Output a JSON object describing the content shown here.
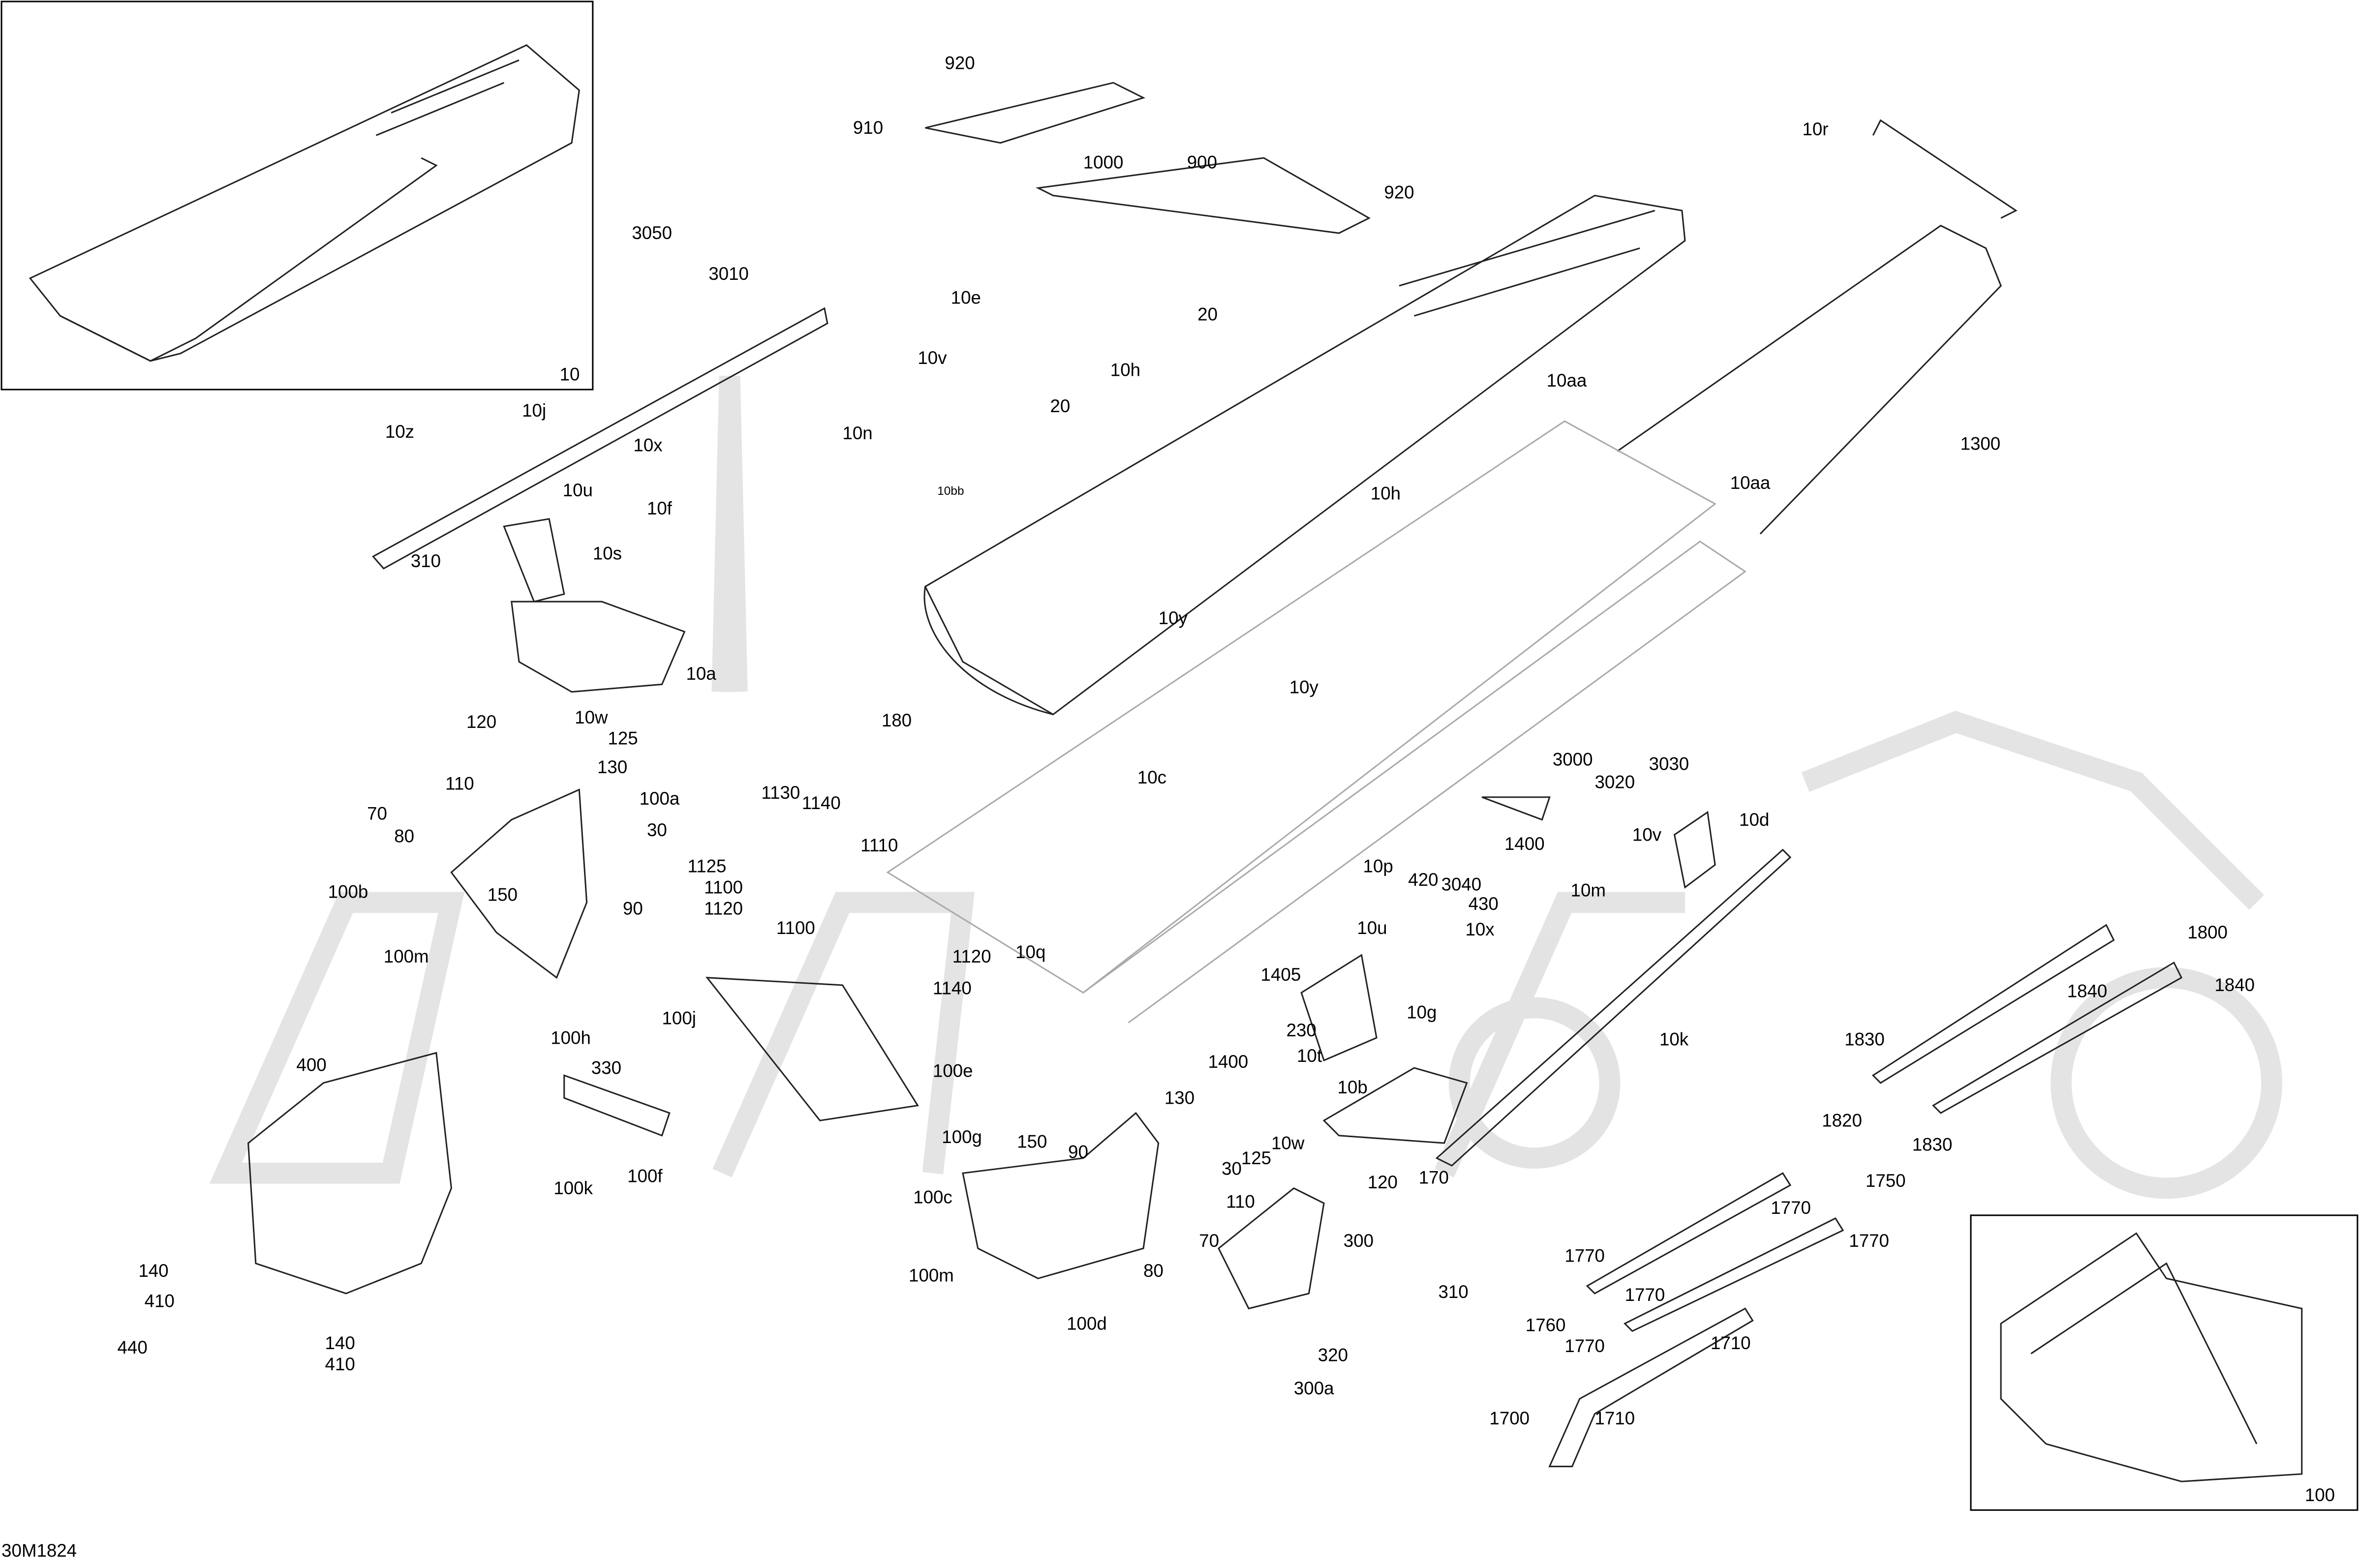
{
  "diagram": {
    "code": "30M1824",
    "insets": [
      "10",
      "100"
    ],
    "callouts": [
      "920",
      "910",
      "1000",
      "900",
      "920",
      "10r",
      "3050",
      "3010",
      "20",
      "10e",
      "10v",
      "10h",
      "20",
      "10n",
      "10aa",
      "1300",
      "10z",
      "10j",
      "10x",
      "10u",
      "10f",
      "10bb",
      "10h",
      "10aa",
      "310",
      "10s",
      "10y",
      "10a",
      "10y",
      "120",
      "10w",
      "125",
      "180",
      "130",
      "3000",
      "3020",
      "3030",
      "110",
      "100a",
      "10c",
      "1130",
      "1140",
      "70",
      "80",
      "30",
      "1110",
      "10d",
      "10v",
      "1400",
      "1125",
      "1100",
      "1120",
      "100b",
      "150",
      "90",
      "10p",
      "420",
      "3040",
      "430",
      "10m",
      "1100",
      "10u",
      "10x",
      "1800",
      "100m",
      "1120",
      "10q",
      "1405",
      "1140",
      "1840",
      "1840",
      "10g",
      "230",
      "100j",
      "10k",
      "1830",
      "10t",
      "400",
      "100h",
      "330",
      "100e",
      "1400",
      "10b",
      "130",
      "1820",
      "1830",
      "100g",
      "150",
      "90",
      "10w",
      "125",
      "30",
      "120",
      "170",
      "1750",
      "100k",
      "100f",
      "100c",
      "110",
      "1770",
      "1770",
      "300",
      "70",
      "1770",
      "140",
      "80",
      "100m",
      "310",
      "1770",
      "410",
      "100d",
      "1760",
      "1770",
      "440",
      "140",
      "1710",
      "320",
      "410",
      "300a",
      "1700",
      "1710"
    ]
  }
}
